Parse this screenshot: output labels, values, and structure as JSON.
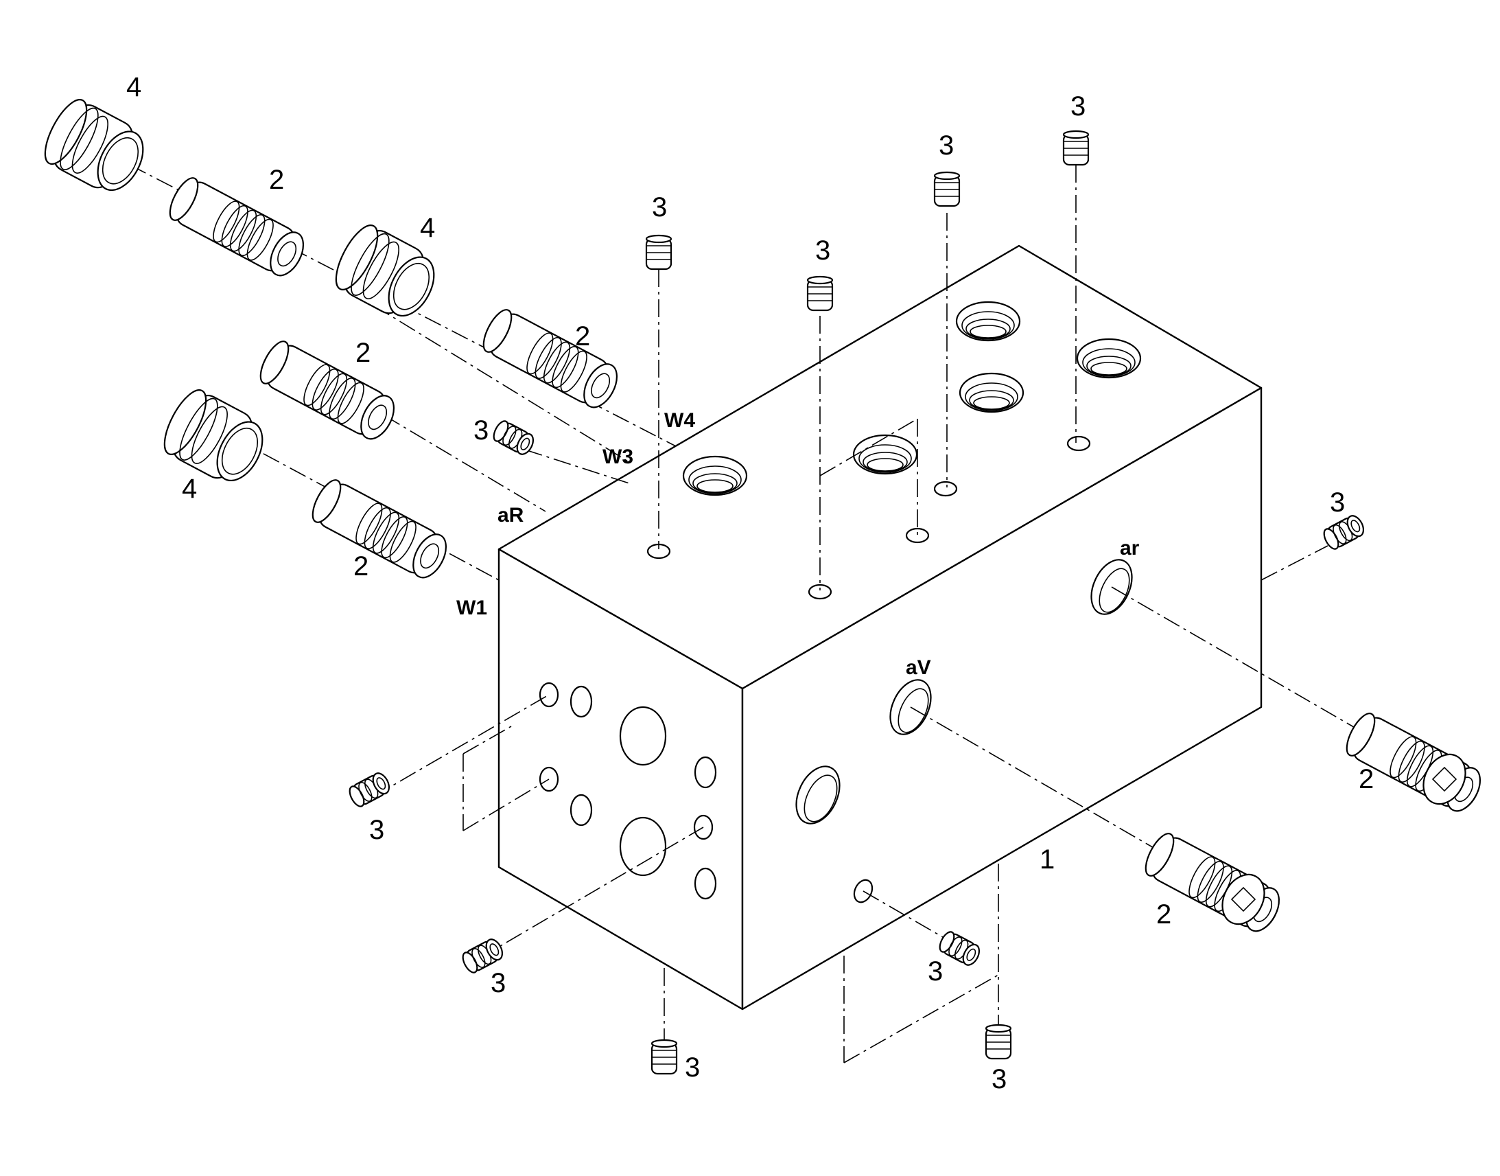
{
  "diagram": {
    "callouts": {
      "body": "1",
      "screw_plug": "2",
      "grub_plug": "3",
      "orifice_plug": "4"
    },
    "ports": {
      "W1": "W1",
      "W3": "W3",
      "W4": "W4",
      "aR": "aR",
      "ar": "ar",
      "aV": "aV"
    }
  }
}
